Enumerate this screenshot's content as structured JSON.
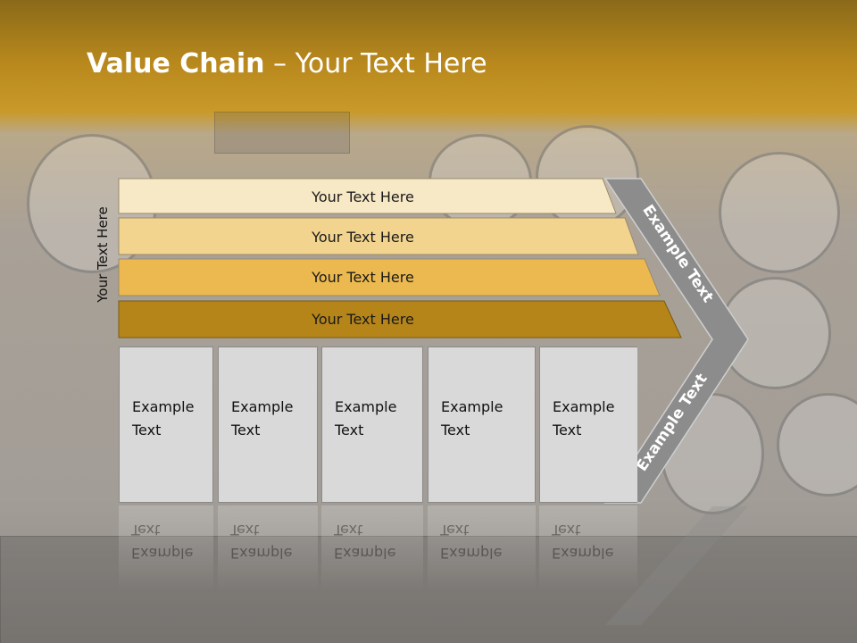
{
  "title": {
    "bold": "Value Chain",
    "rest": " – Your Text Here"
  },
  "side_label": "Your Text Here",
  "bars": [
    {
      "label": "Your Text Here",
      "color": "#f8e9c6"
    },
    {
      "label": "Your Text Here",
      "color": "#f3d48f"
    },
    {
      "label": "Your Text Here",
      "color": "#ebb94f"
    },
    {
      "label": "Your Text Here",
      "color": "#b5851a"
    }
  ],
  "boxes": [
    {
      "line1": "Example",
      "line2": "Text"
    },
    {
      "line1": "Example",
      "line2": "Text"
    },
    {
      "line1": "Example",
      "line2": "Text"
    },
    {
      "line1": "Example",
      "line2": "Text"
    },
    {
      "line1": "Example",
      "line2": "Text"
    }
  ],
  "chevron": {
    "top_label": "Example Text",
    "bottom_label": "Example Text",
    "color": "#8c8c8c"
  }
}
